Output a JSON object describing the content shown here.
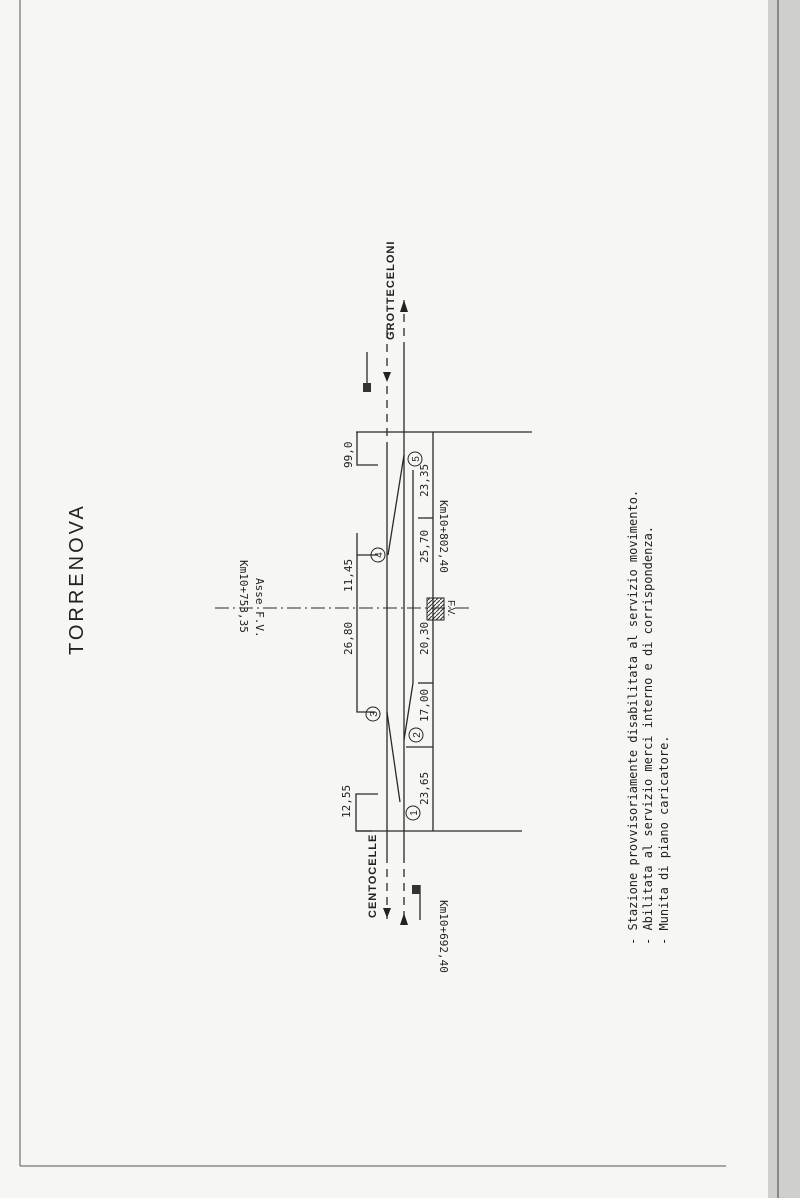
{
  "title": "TORRENOVA",
  "stations": {
    "left": "CENTOCELLE",
    "right": "GROTTECELONI"
  },
  "kilometrics": {
    "start": "Km10+692,40",
    "axis": "Km10+753,35",
    "end": "Km10+802,40"
  },
  "axis_label": "Asse F.V.",
  "building_label": "F.V.",
  "switches": [
    "1",
    "2",
    "3",
    "4",
    "5"
  ],
  "dimensions_track_side": [
    "12,55",
    "26,80",
    "11,45",
    "99,0"
  ],
  "dimensions_siding_side": [
    "23,65",
    "17,00",
    "20,30",
    "25,70",
    "23,35"
  ],
  "notes": [
    "- Stazione provvisoriamente disabilitata al servizio movimento.",
    "- Abilitata al servizio merci interno e di corrispondenza.",
    "- Munita di piano caricatore."
  ]
}
